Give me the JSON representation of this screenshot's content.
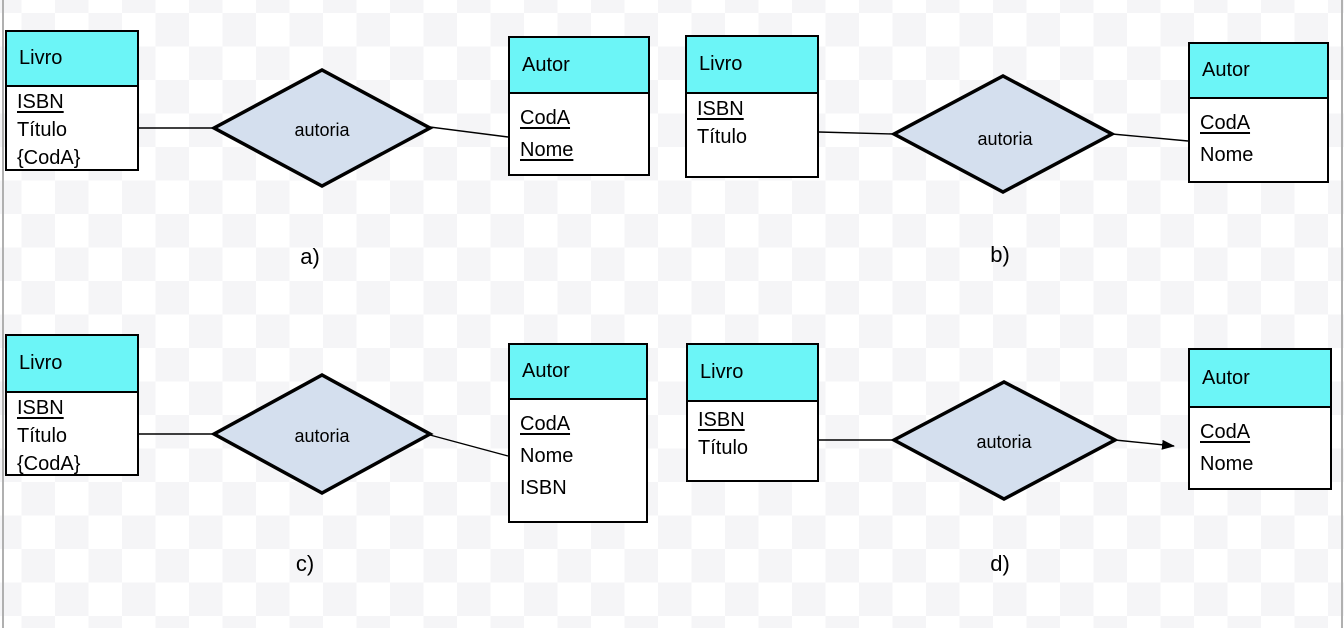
{
  "colors": {
    "checker-dark": "#f5f5f7",
    "checker-light": "#ffffff",
    "edge-line": "#b0b0b0",
    "entity-header": "#6cf5f7",
    "entity-body": "#ffffff",
    "entity-border": "#000000",
    "diamond-fill": "#d4dfee",
    "diamond-border": "#000000",
    "connector": "#000000",
    "text": "#000000"
  },
  "diagrams": [
    {
      "label": "a)",
      "relationship": "autoria",
      "livro": {
        "name": "Livro",
        "attributes": [
          {
            "text": "ISBN",
            "underline": true
          },
          {
            "text": "Título",
            "underline": false
          },
          {
            "text": "{CodA}",
            "underline": false
          }
        ]
      },
      "autor": {
        "name": "Autor",
        "attributes": [
          {
            "text": "CodA",
            "underline": true
          },
          {
            "text": "Nome",
            "underline": true
          }
        ]
      }
    },
    {
      "label": "b)",
      "relationship": "autoria",
      "livro": {
        "name": "Livro",
        "attributes": [
          {
            "text": "ISBN",
            "underline": true
          },
          {
            "text": "Título",
            "underline": false
          }
        ]
      },
      "autor": {
        "name": "Autor",
        "attributes": [
          {
            "text": "CodA",
            "underline": true
          },
          {
            "text": "Nome",
            "underline": false
          }
        ]
      }
    },
    {
      "label": "c)",
      "relationship": "autoria",
      "livro": {
        "name": "Livro",
        "attributes": [
          {
            "text": "ISBN",
            "underline": true
          },
          {
            "text": "Título",
            "underline": false
          },
          {
            "text": "{CodA}",
            "underline": false
          }
        ]
      },
      "autor": {
        "name": "Autor",
        "attributes": [
          {
            "text": "CodA",
            "underline": true
          },
          {
            "text": "Nome",
            "underline": false
          },
          {
            "text": "ISBN",
            "underline": false
          }
        ]
      }
    },
    {
      "label": "d)",
      "relationship": "autoria",
      "arrow_to_autor": true,
      "livro": {
        "name": "Livro",
        "attributes": [
          {
            "text": "ISBN",
            "underline": true
          },
          {
            "text": "Título",
            "underline": false
          }
        ]
      },
      "autor": {
        "name": "Autor",
        "attributes": [
          {
            "text": "CodA",
            "underline": true
          },
          {
            "text": "Nome",
            "underline": false
          }
        ]
      }
    }
  ]
}
